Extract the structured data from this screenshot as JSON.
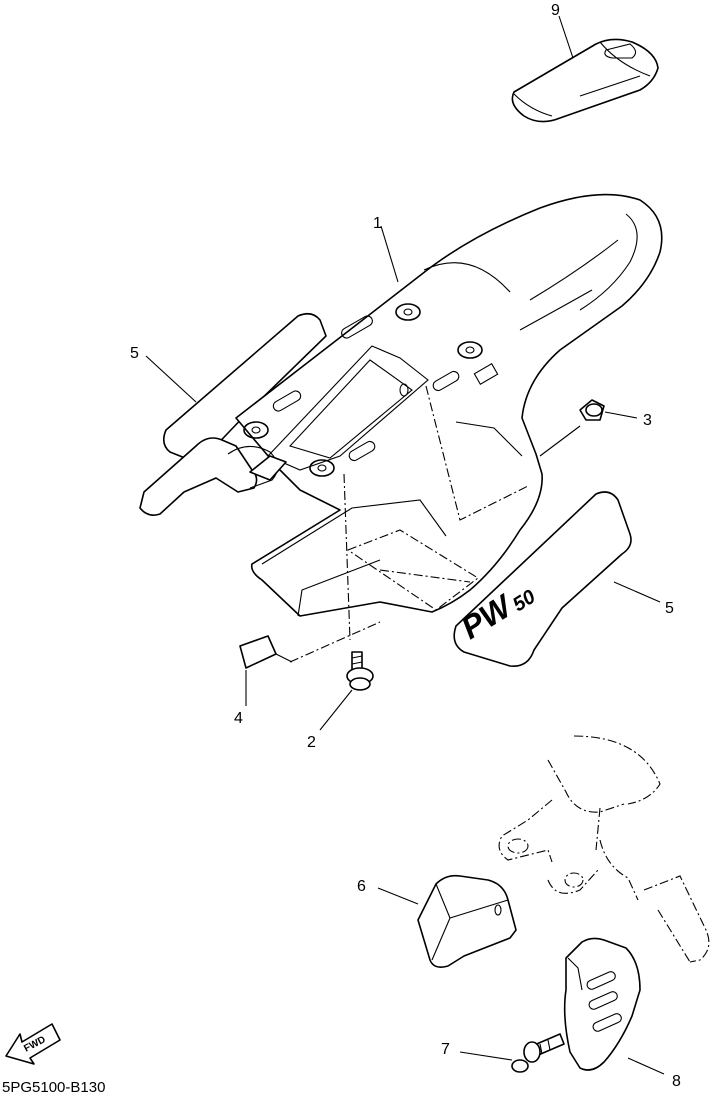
{
  "diagram_code": "5PG5100-B130",
  "direction_label": "FWD",
  "decal_text": {
    "main": "PW",
    "sub": "50"
  },
  "callouts": [
    {
      "id": "c1",
      "label": "1"
    },
    {
      "id": "c2",
      "label": "2"
    },
    {
      "id": "c3",
      "label": "3"
    },
    {
      "id": "c4",
      "label": "4"
    },
    {
      "id": "c5a",
      "label": "5"
    },
    {
      "id": "c5b",
      "label": "5"
    },
    {
      "id": "c6",
      "label": "6"
    },
    {
      "id": "c7",
      "label": "7"
    },
    {
      "id": "c8",
      "label": "8"
    },
    {
      "id": "c9",
      "label": "9"
    }
  ]
}
